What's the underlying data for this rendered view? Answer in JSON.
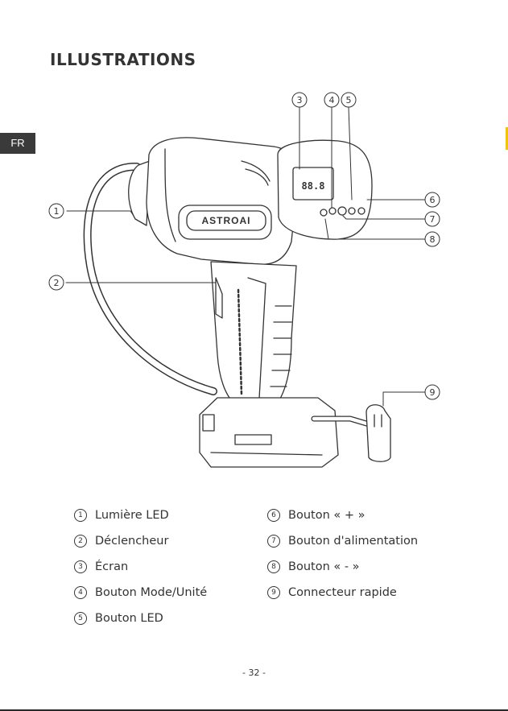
{
  "page": {
    "title": "ILLUSTRATIONS",
    "lang_tab": "FR",
    "page_number": "- 32 -"
  },
  "product": {
    "brand_on_device": "ASTROAI",
    "display_reading": "88.8"
  },
  "callouts": [
    "1",
    "2",
    "3",
    "4",
    "5",
    "6",
    "7",
    "8",
    "9"
  ],
  "legend": [
    {
      "num": "1",
      "label": "Lumière LED"
    },
    {
      "num": "2",
      "label": "Déclencheur"
    },
    {
      "num": "3",
      "label": "Écran"
    },
    {
      "num": "4",
      "label": "Bouton Mode/Unité"
    },
    {
      "num": "5",
      "label": "Bouton LED"
    },
    {
      "num": "6",
      "label": "Bouton « + »"
    },
    {
      "num": "7",
      "label": "Bouton d'alimentation"
    },
    {
      "num": "8",
      "label": "Bouton « - »"
    },
    {
      "num": "9",
      "label": "Connecteur rapide"
    }
  ]
}
